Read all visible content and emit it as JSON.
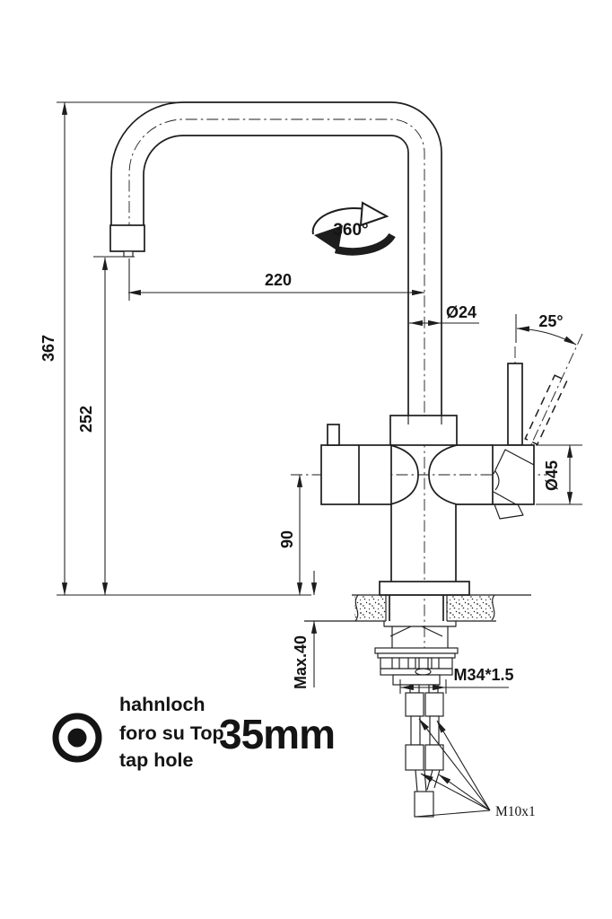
{
  "drawing": {
    "colors": {
      "line": "#1d1d1d",
      "background": "#ffffff"
    },
    "dims": {
      "total_height": "367",
      "outlet_height": "252",
      "reach": "220",
      "body_height": "90",
      "spout_diameter": "Ø24",
      "body_diameter": "Ø45",
      "lever_angle": "25°",
      "swivel": "360°",
      "max_counter_thickness": "Max.40",
      "shank_thread": "M34*1.5",
      "hose_thread": "M10x1"
    },
    "note": {
      "line1": "hahnloch",
      "line2": "foro su Top",
      "line3": "tap hole",
      "hole_size": "35mm"
    }
  }
}
